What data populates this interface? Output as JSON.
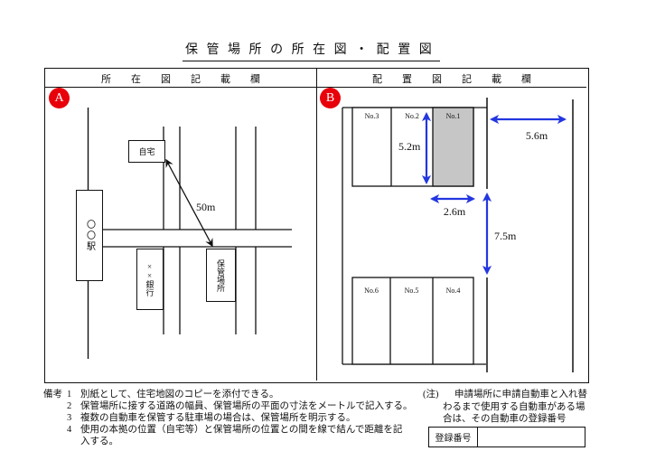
{
  "title": "保管場所の所在図・配置図",
  "left_panel": {
    "header": "所在図記載欄",
    "badge": "A",
    "labels": {
      "station": "〇〇駅",
      "home": "自宅",
      "bank": "××銀行",
      "storage": "保管場所",
      "distance": "50m"
    }
  },
  "right_panel": {
    "header": "配置図記載欄",
    "badge": "B",
    "stalls": [
      "No.3",
      "No.2",
      "No.1",
      "No.6",
      "No.5",
      "No.4"
    ],
    "dims": {
      "stall_depth": "5.2m",
      "stall_width": "2.6m",
      "road_width": "5.6m",
      "aisle_width": "7.5m"
    }
  },
  "remarks": {
    "label": "備考",
    "lines": [
      {
        "num": "1",
        "text": "別紙として、住宅地図のコピーを添付できる。"
      },
      {
        "num": "2",
        "text": "保管場所に接する道路の幅員、保管場所の平面の寸法をメートルで記入する。"
      },
      {
        "num": "3",
        "text": "複数の自動車を保管する駐車場の場合は、保管場所を明示する。"
      },
      {
        "num": "4",
        "text": "使用の本拠の位置（自宅等）と保管場所の位置との間を線で結んで距離を記"
      },
      {
        "num": "",
        "text": "入する。"
      }
    ]
  },
  "note": {
    "label": "(注)",
    "lines": [
      "申請場所に申請自動車と入れ替",
      "わるまで使用する自動車がある場",
      "合は、その自動車の登録番号"
    ]
  },
  "registration": {
    "label": "登録番号",
    "value": ""
  },
  "colors": {
    "accent_blue": "#2336e0",
    "badge_red": "#e8000a",
    "stall_gray": "#c6c6c6"
  }
}
